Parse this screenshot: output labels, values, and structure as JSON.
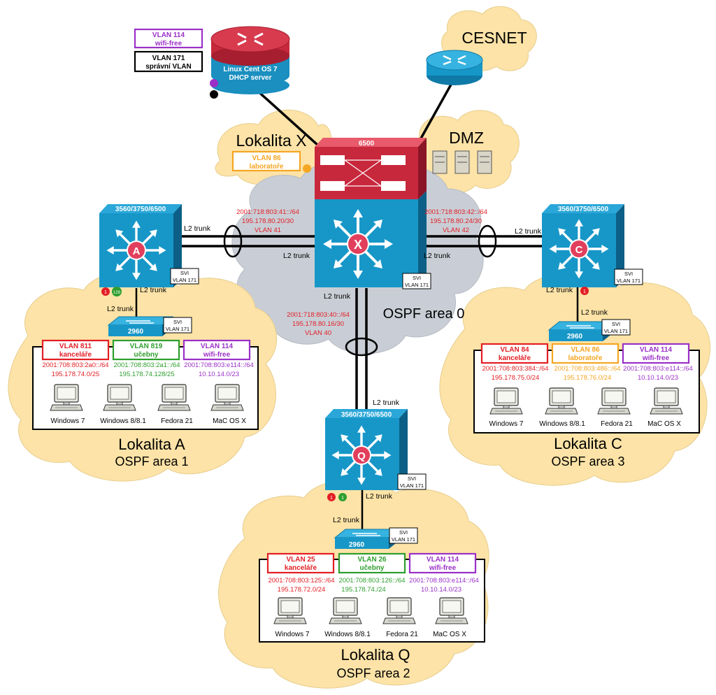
{
  "colors": {
    "cloud_fill": "#fde3a7",
    "cloud_stroke": "#e0c98a",
    "core_cloud_fill": "#c9ced6",
    "switch_blue": "#1797c8",
    "router_red": "#c8283c",
    "red": "#e31e24",
    "green": "#2e9e2e",
    "purple": "#9b30c8",
    "orange": "#f5a623",
    "black": "#000000"
  },
  "top": {
    "cesnet": "CESNET",
    "dmz": "DMZ",
    "lokalita_x": "Lokalita X",
    "server": {
      "line1": "Linux Cent OS 7",
      "line2": "DHCP server"
    },
    "vlan114": {
      "line1": "VLAN 114",
      "line2": "wifi-free"
    },
    "vlan171": {
      "line1": "VLAN 171",
      "line2": "správní VLAN"
    },
    "vlan86": {
      "line1": "VLAN 86",
      "line2": "laboratoře"
    }
  },
  "core": {
    "chassis_label": "6500",
    "letter": "X",
    "ospf": "OSPF area 0",
    "svi": "SVI",
    "svi_vlan": "VLAN 171"
  },
  "links": {
    "trunk": "L2 trunk",
    "a": {
      "ipv6": "2001:718:803:41::/64",
      "ipv4": "195.178.80.20/30",
      "vlan": "VLAN 41"
    },
    "c": {
      "ipv6": "2001:718:803:42::/64",
      "ipv4": "195.178.80.24/30",
      "vlan": "VLAN 42"
    },
    "q": {
      "ipv6": "2001:718:803:40::/64",
      "ipv4": "195.178.80.16/30",
      "vlan": "VLAN 40"
    }
  },
  "sites": {
    "a": {
      "switch_label": "3560/3750/6500",
      "letter": "A",
      "access": "2960",
      "name": "Lokalita A",
      "ospf": "OSPF area 1",
      "badge_red": "1",
      "badge_green": "129",
      "vlans": [
        {
          "name": "VLAN 811",
          "desc": "kanceláře",
          "ipv6": "2001:708:803:2a0::/64",
          "ipv4": "195.178.74.0/25"
        },
        {
          "name": "VLAN 819",
          "desc": "učebny",
          "ipv6": "2001:708:803:2a1::/64",
          "ipv4": "195.178.74.128/25"
        },
        {
          "name": "VLAN 114",
          "desc": "wifi-free",
          "ipv6": "2001:708:803:e114::/64",
          "ipv4": "10.10.14.0/23"
        }
      ],
      "pcs": [
        "Windows 7",
        "Windows 8/8.1",
        "Fedora 21",
        "MaC OS X"
      ]
    },
    "c": {
      "switch_label": "3560/3750/6500",
      "letter": "C",
      "access": "2960",
      "name": "Lokalita C",
      "ospf": "OSPF area 3",
      "badge_red": "1",
      "vlans": [
        {
          "name": "VLAN 84",
          "desc": "kanceláře",
          "ipv6": "2001:708:803:384::/64",
          "ipv4": "195.178.75.0/24"
        },
        {
          "name": "VLAN 86",
          "desc": "laboratoře",
          "ipv6": "2001:708:803:486::/64",
          "ipv4": "195.178.76.0/24"
        },
        {
          "name": "VLAN 114",
          "desc": "wifi-free",
          "ipv6": "2001:708:803:e114::/64",
          "ipv4": "10.10.14.0/23"
        }
      ],
      "pcs": [
        "Windows 7",
        "Windows 8/8.1",
        "Fedora 21",
        "MaC OS X"
      ]
    },
    "q": {
      "switch_label": "3560/3750/6500",
      "letter": "Q",
      "access": "2960",
      "name": "Lokalita Q",
      "ospf": "OSPF area 2",
      "badge_red": "1",
      "badge_green": "1",
      "vlans": [
        {
          "name": "VLAN 25",
          "desc": "kanceláře",
          "ipv6": "2001:708:803:125::/64",
          "ipv4": "195.178.72.0/24"
        },
        {
          "name": "VLAN 26",
          "desc": "učebny",
          "ipv6": "2001:708:803:126::/64",
          "ipv4": "195.178.74./24"
        },
        {
          "name": "VLAN 114",
          "desc": "wifi-free",
          "ipv6": "2001:708:803:e114::/64",
          "ipv4": "10.10.14.0/23"
        }
      ],
      "pcs": [
        "Windows 7",
        "Windows 8/8.1",
        "Fedora 21",
        "MaC OS X"
      ]
    }
  }
}
